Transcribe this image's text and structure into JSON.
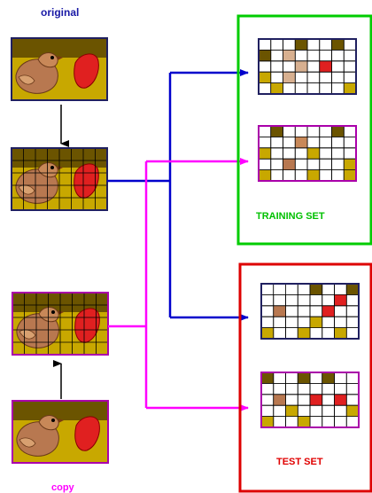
{
  "labels": {
    "original": "original",
    "copy": "copy",
    "training_set": "TRAINING SET",
    "test_set": "TEST SET"
  },
  "colors": {
    "original_arrow": "#0000cc",
    "copy_arrow": "#ff00ff",
    "training_box": "#00cc00",
    "test_box": "#dd0000",
    "image_border_original": "#202060",
    "image_border_copy": "#aa00aa",
    "background_top": "#6b5400",
    "background_bottom": "#c8a800",
    "bird_body": "#b87850",
    "red_blob": "#e02020"
  },
  "icons": [
    "bird-picture",
    "red-blob-picture",
    "grid-overlay",
    "arrow"
  ]
}
